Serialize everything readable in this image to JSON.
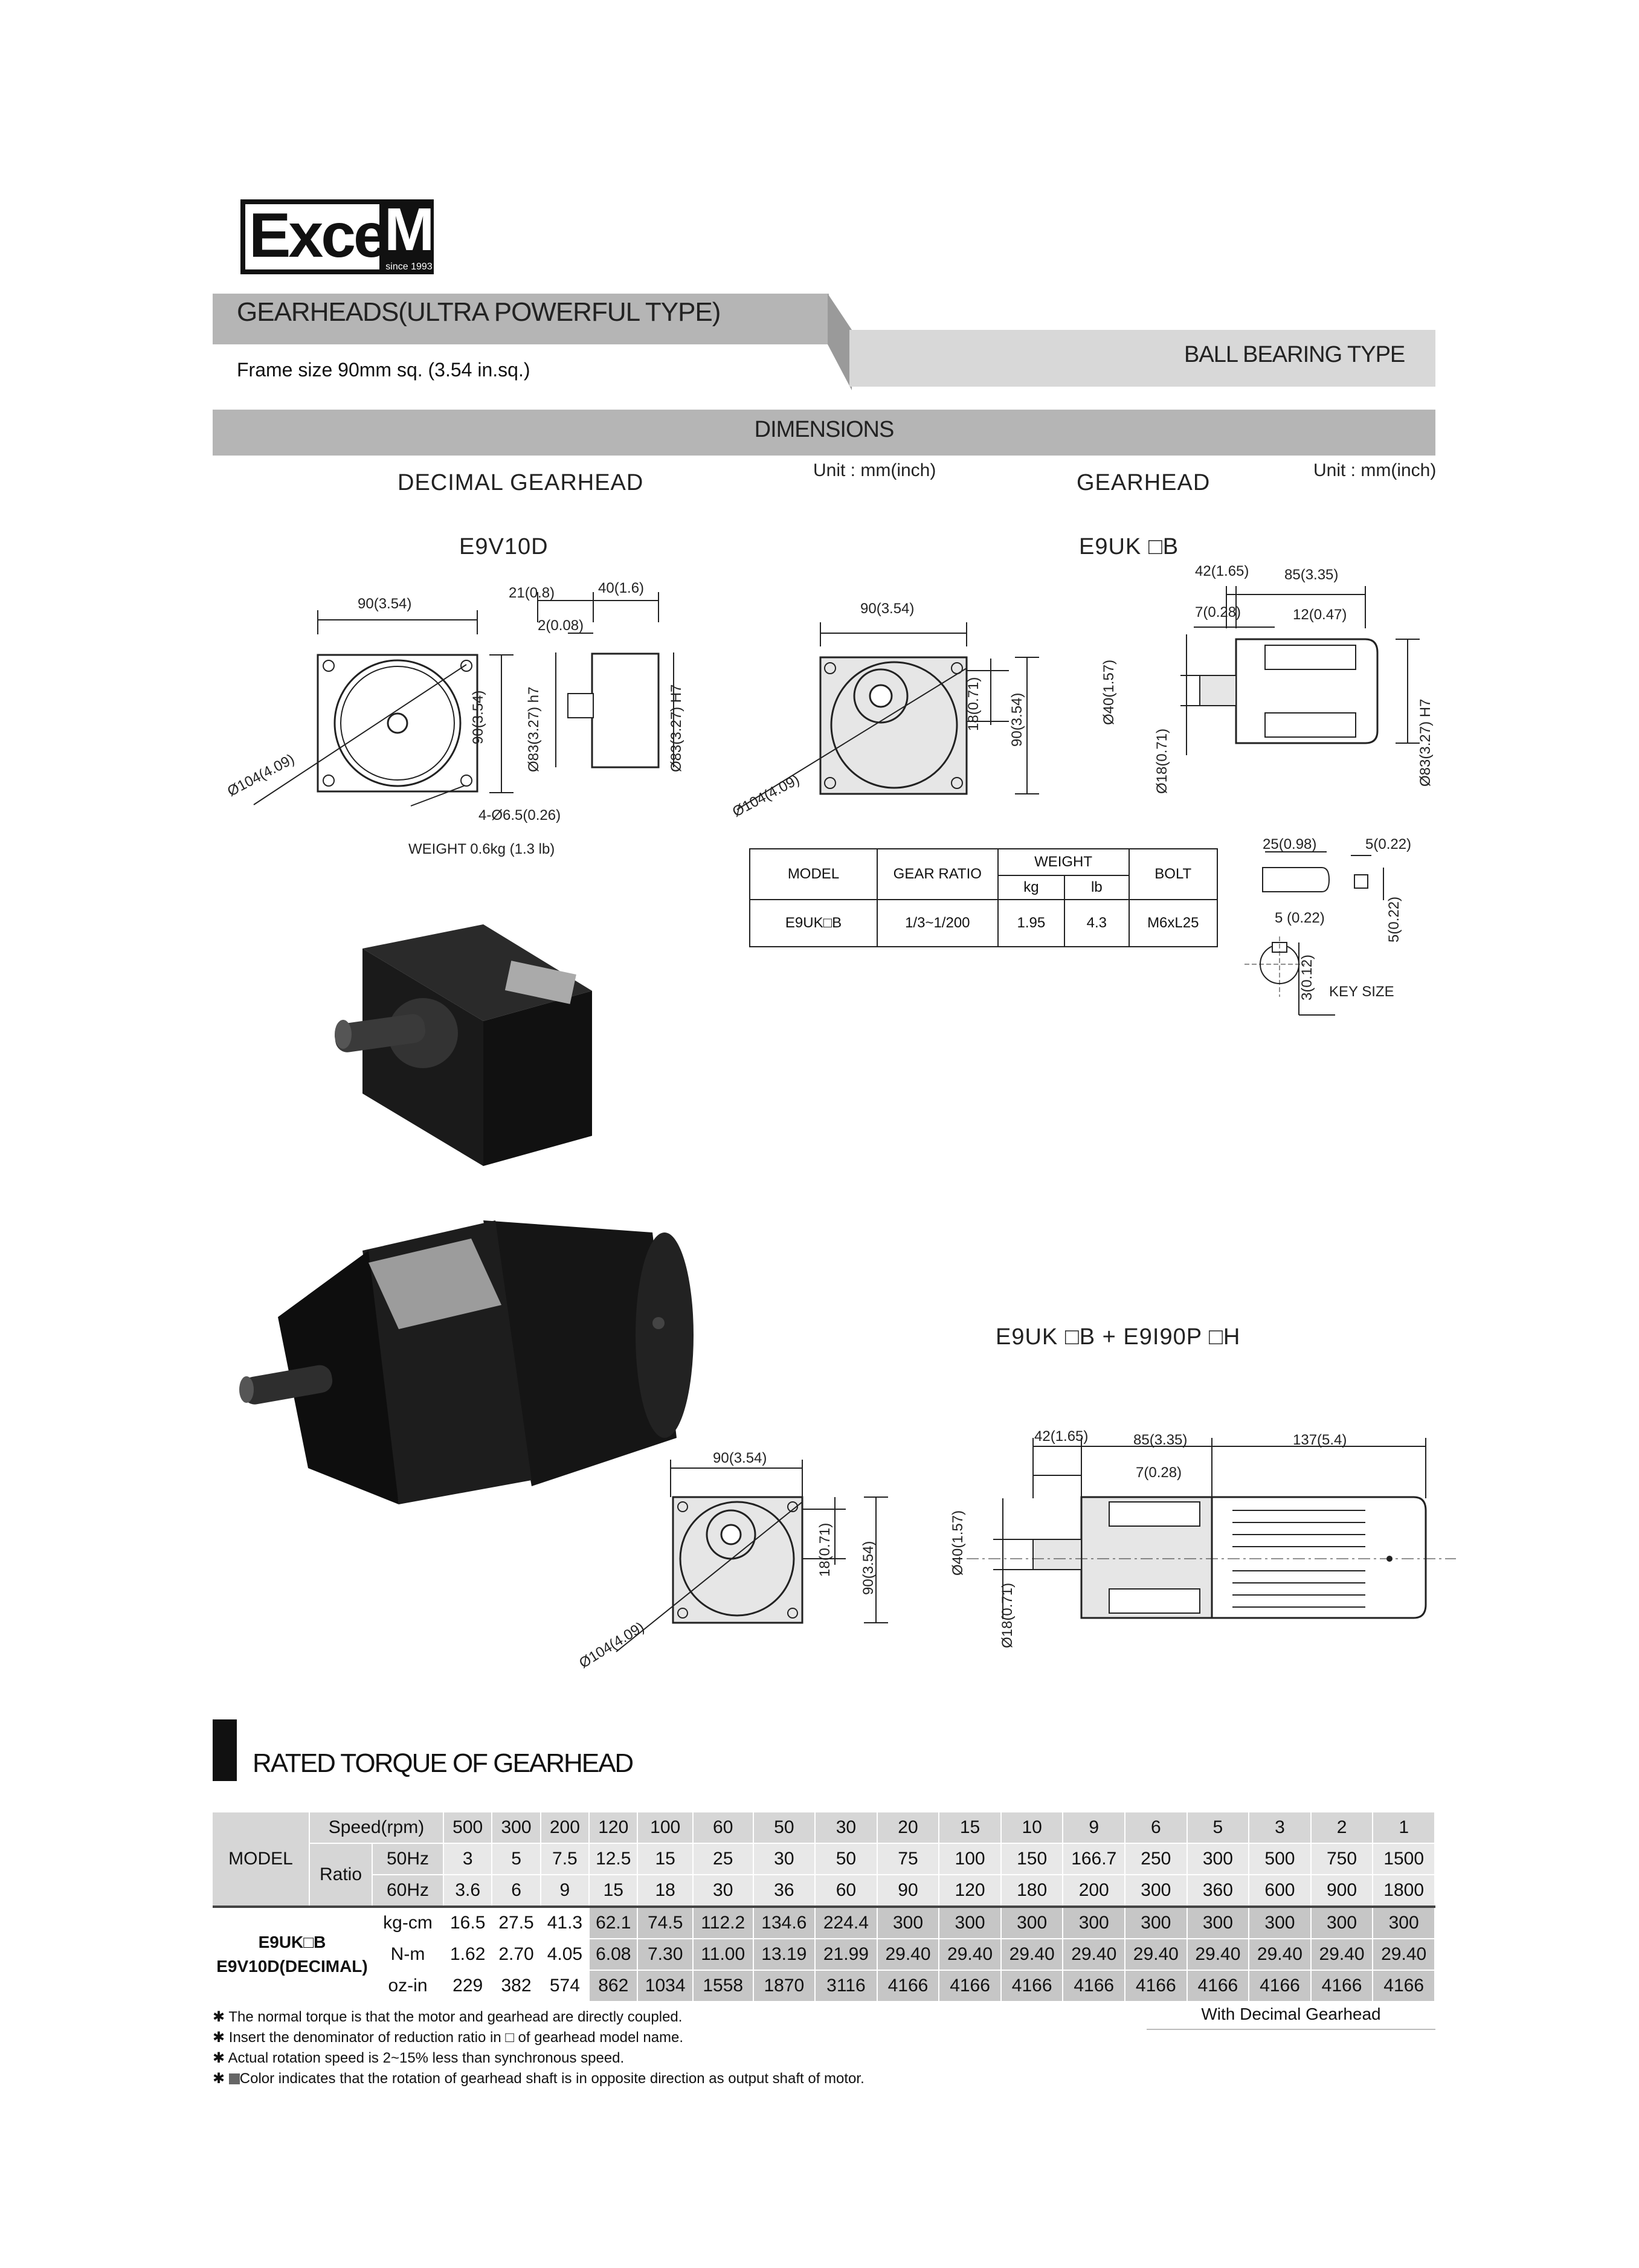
{
  "brand": {
    "logo_main": "Exce",
    "logo_m": "M",
    "since": "since 1993"
  },
  "header": {
    "title": "GEARHEADS(ULTRA POWERFUL TYPE)",
    "subtitle": "BALL BEARING TYPE",
    "frame": "Frame size 90mm sq. (3.54 in.sq.)"
  },
  "dimensions": {
    "title": "DIMENSIONS",
    "left": {
      "heading": "DECIMAL GEARHEAD",
      "unit": "Unit : mm(inch)",
      "model": "E9V10D",
      "weight": "WEIGHT  0.6kg (1.3 lb)"
    },
    "right": {
      "heading": "GEARHEAD",
      "unit": "Unit : mm(inch)",
      "model": "E9UK □B"
    },
    "combo": {
      "model": "E9UK □B + E9I90P  □H"
    },
    "key_size": "KEY SIZE"
  },
  "labels": {
    "d90": "90(3.54)",
    "d104": "Ø104(4.09)",
    "d21": "21(0.8)",
    "d40": "40(1.6)",
    "d2": "2(0.08)",
    "d83h7": "Ø83(3.27) h7",
    "d83H7": "Ø83(3.27) H7",
    "d4hole": "4-Ø6.5(0.26)",
    "d18": "18(0.71)",
    "d42": "42(1.65)",
    "d85": "85(3.35)",
    "d7": "7(0.28)",
    "d12": "12(0.47)",
    "d40d": "Ø40(1.57)",
    "d18d": "Ø18(0.71)",
    "d137": "137(5.4)",
    "k25": "25(0.98)",
    "k5a": "5(0.22)",
    "k5b": "5 (0.22)",
    "k5c": "5(0.22)",
    "k3": "3(0.12)"
  },
  "spec_table": {
    "headers": {
      "model": "MODEL",
      "ratio": "GEAR RATIO",
      "weight": "WEIGHT",
      "kg": "kg",
      "lb": "lb",
      "bolt": "BOLT"
    },
    "row": {
      "model": "E9UK□B",
      "ratio": "1/3~1/200",
      "kg": "1.95",
      "lb": "4.3",
      "bolt": "M6xL25"
    }
  },
  "torque": {
    "title": "RATED TORQUE OF GEARHEAD",
    "labels": {
      "model": "MODEL",
      "speed": "Speed(rpm)",
      "ratio": "Ratio",
      "hz50": "50Hz",
      "hz60": "60Hz",
      "model_name_1": "E9UK□B",
      "model_name_2": "E9V10D(DECIMAL)",
      "u1": "kg-cm",
      "u2": "N-m",
      "u3": "oz-in"
    },
    "speed": [
      "500",
      "300",
      "200",
      "120",
      "100",
      "60",
      "50",
      "30",
      "20",
      "15",
      "10",
      "9",
      "6",
      "5",
      "3",
      "2",
      "1"
    ],
    "ratio50": [
      "3",
      "5",
      "7.5",
      "12.5",
      "15",
      "25",
      "30",
      "50",
      "75",
      "100",
      "150",
      "166.7",
      "250",
      "300",
      "500",
      "750",
      "1500"
    ],
    "ratio60": [
      "3.6",
      "6",
      "9",
      "15",
      "18",
      "30",
      "36",
      "60",
      "90",
      "120",
      "180",
      "200",
      "300",
      "360",
      "600",
      "900",
      "1800"
    ],
    "kgcm": [
      "16.5",
      "27.5",
      "41.3",
      "62.1",
      "74.5",
      "112.2",
      "134.6",
      "224.4",
      "300",
      "300",
      "300",
      "300",
      "300",
      "300",
      "300",
      "300",
      "300"
    ],
    "nm": [
      "1.62",
      "2.70",
      "4.05",
      "6.08",
      "7.30",
      "11.00",
      "13.19",
      "21.99",
      "29.40",
      "29.40",
      "29.40",
      "29.40",
      "29.40",
      "29.40",
      "29.40",
      "29.40",
      "29.40"
    ],
    "ozin": [
      "229",
      "382",
      "574",
      "862",
      "1034",
      "1558",
      "1870",
      "3116",
      "4166",
      "4166",
      "4166",
      "4166",
      "4166",
      "4166",
      "4166",
      "4166",
      "4166"
    ],
    "shaded_from": 3,
    "notes": [
      "The normal torque is that the motor and gearhead are directly coupled.",
      "Insert the denominator of reduction ratio in □ of gearhead model name.",
      "Actual rotation speed is 2~15% less than synchronous speed.",
      "Color indicates that the rotation of gearhead shaft is in opposite direction as output shaft of motor."
    ],
    "decimal_note": "With Decimal Gearhead"
  },
  "colors": {
    "band": "#b5b5b5",
    "band_light": "#d8d8d8",
    "shade": "#c6c6c6",
    "header": "#d6d6d6"
  }
}
